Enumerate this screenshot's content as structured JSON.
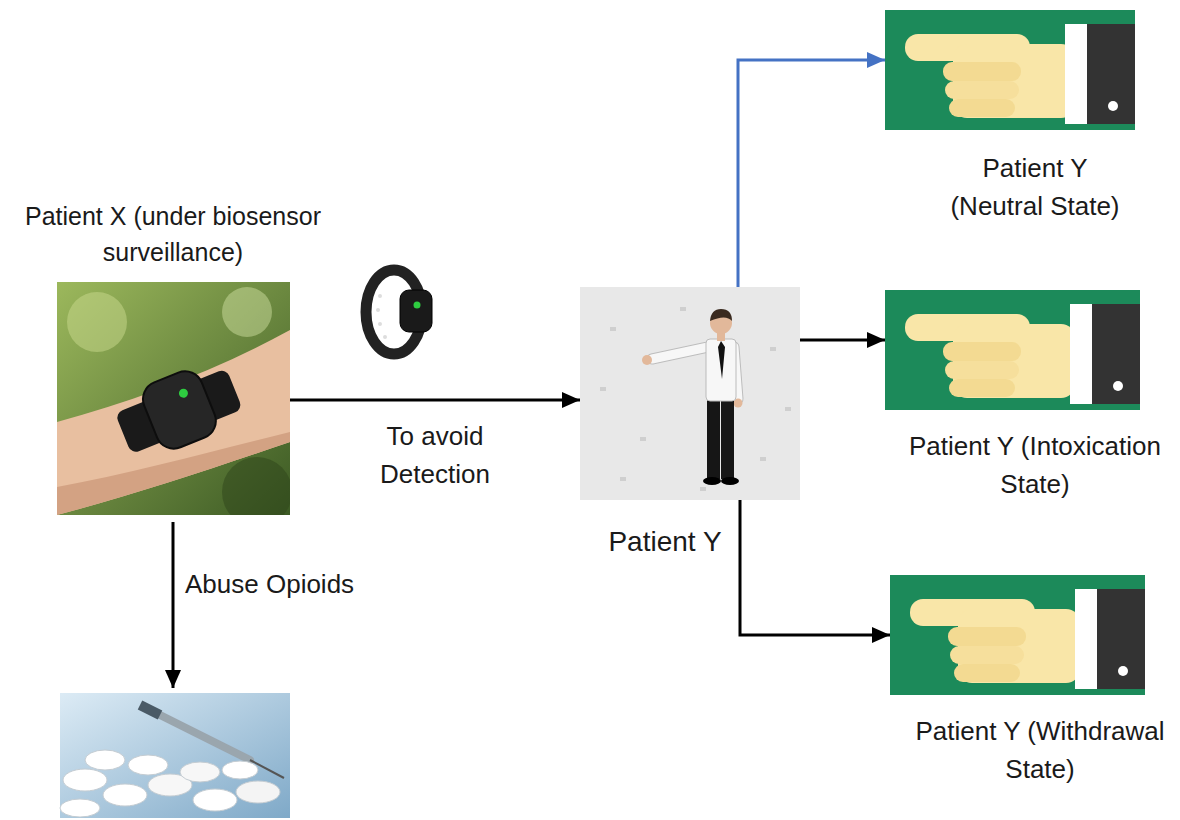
{
  "diagram": {
    "nodes": [
      {
        "text": [
          "Patient X (under biosensor surveillance)"
        ]
      },
      {
        "text": [
          "Patient Y"
        ]
      },
      {
        "text": [
          "Patient Y (Neutral State)"
        ]
      },
      {
        "text": [
          "Patient Y (Intoxication State)"
        ]
      },
      {
        "text": [
          "Patient Y (Withdrawal State)"
        ]
      }
    ],
    "edges": [
      {
        "from": 0,
        "to": 1,
        "label": "To avoid Detection",
        "arrow": "to"
      },
      {
        "from": 1,
        "to": 2,
        "arrow": "to"
      },
      {
        "from": 1,
        "to": 3,
        "arrow": "to"
      },
      {
        "from": 1,
        "to": 4,
        "arrow": "to"
      }
    ],
    "labels": [
      "Abuse Opioids"
    ]
  }
}
